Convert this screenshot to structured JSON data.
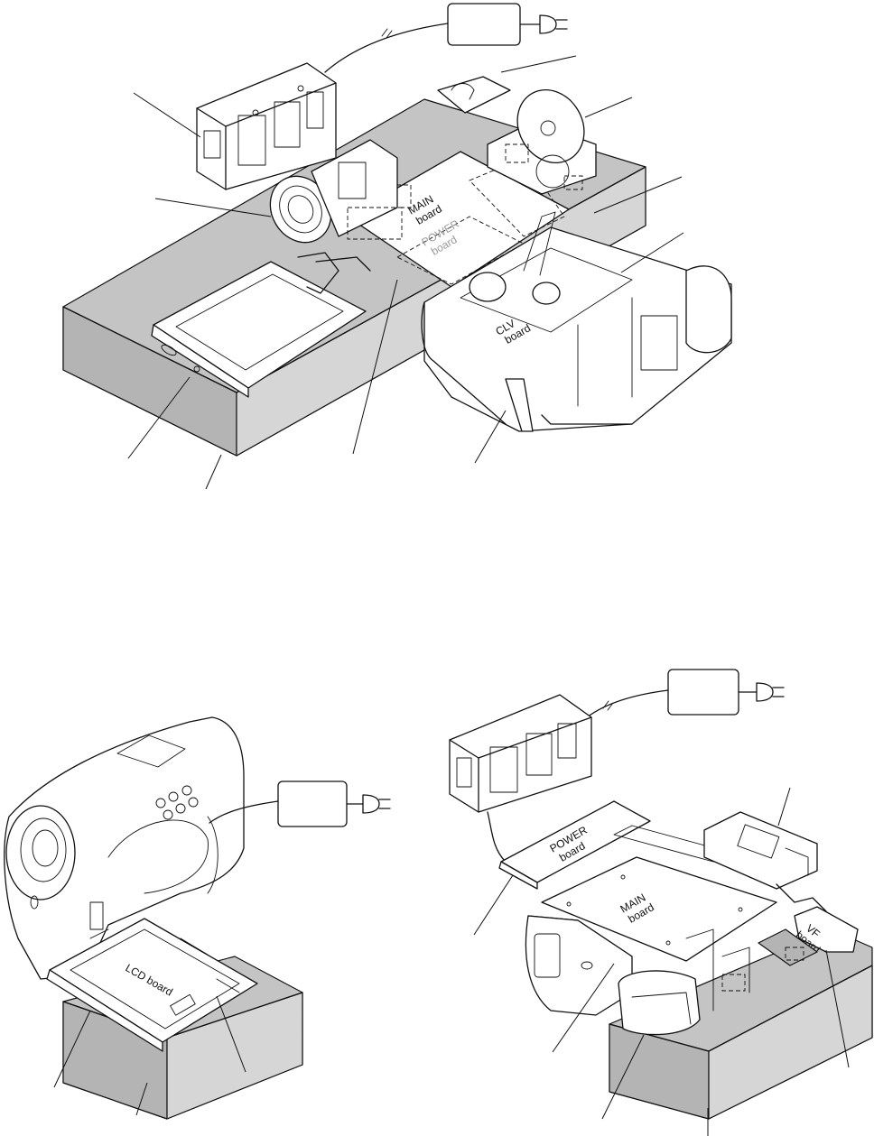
{
  "figure_top": {
    "boards": {
      "main": [
        "MAIN",
        "board"
      ],
      "power": [
        "POWER",
        "board"
      ],
      "clv": [
        "CLV",
        "board"
      ]
    }
  },
  "figure_bottom_left": {
    "boards": {
      "lcd": "LCD board"
    }
  },
  "figure_bottom_right": {
    "boards": {
      "power": [
        "POWER",
        "board"
      ],
      "main": [
        "MAIN",
        "board"
      ],
      "vf": [
        "VF",
        "board"
      ]
    }
  },
  "colors": {
    "line": "#111111",
    "stand": "#c4c4c4",
    "paper": "#ffffff",
    "ghost_label": "#9a9a9a"
  },
  "icons": [
    "ac-adapter-icon",
    "power-plug-icon"
  ]
}
